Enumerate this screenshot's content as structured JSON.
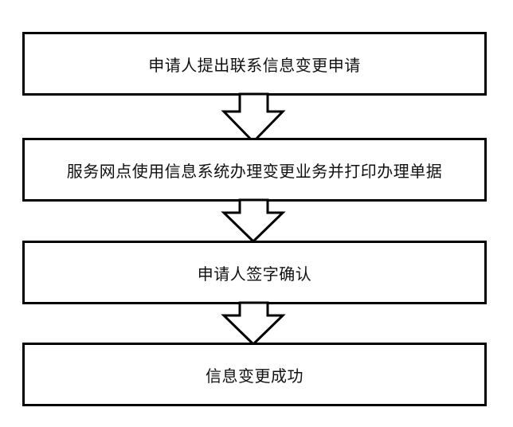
{
  "steps": [
    {
      "label": "申请人提出联系信息变更申请"
    },
    {
      "label": "服务网点使用信息系统办理变更业务并打印办理单据"
    },
    {
      "label": "申请人签字确认"
    },
    {
      "label": "信息变更成功"
    }
  ],
  "colors": {
    "border": "#000000",
    "text": "#111111",
    "background": "#ffffff"
  }
}
